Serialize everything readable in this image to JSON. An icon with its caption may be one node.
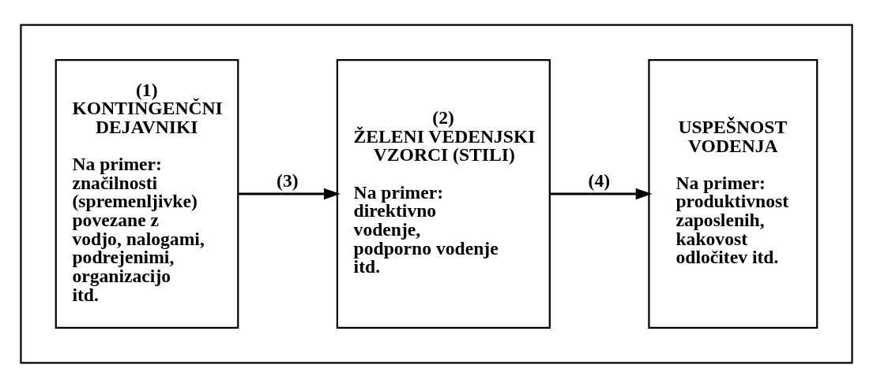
{
  "diagram": {
    "nodes": [
      {
        "text": [],
        "shape": "box"
      },
      {
        "text": [
          "(1)",
          "KONTINGENČNI DEJAVNIKI",
          "Na primer: značilnosti (spremenljivke) povezane z vodjo, nalogami, podrejenimi, organizacijo itd."
        ],
        "in": 0
      },
      {
        "text": [
          "(2)",
          "ŽELENI VEDENJSKI VZORCI (STILI)",
          "Na primer: direktivno vodenje, podporno vodenje itd."
        ],
        "in": 0
      },
      {
        "text": [
          "USPEŠNOST VODENJA",
          "Na primer: produktivnost zaposlenih, kakovost odločitev itd."
        ],
        "in": 0
      }
    ],
    "edges": [
      {
        "from": 1,
        "to": 2,
        "arrow": "to",
        "label": "(3)"
      },
      {
        "from": 2,
        "to": 3,
        "arrow": "to",
        "label": "(4)"
      }
    ]
  }
}
